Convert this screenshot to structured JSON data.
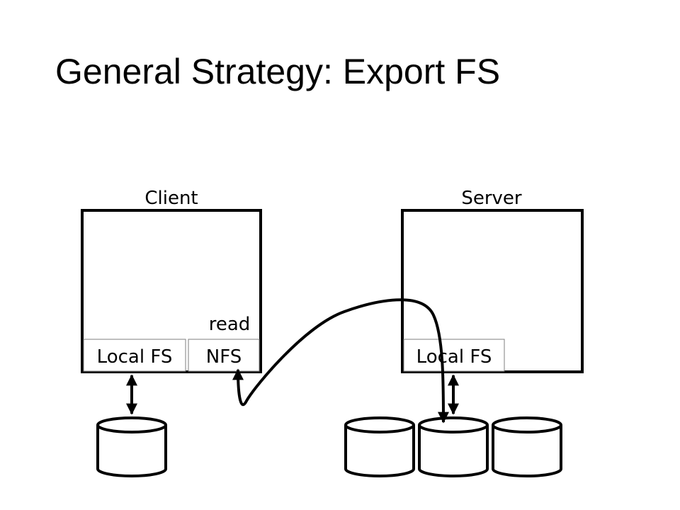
{
  "slide": {
    "title": "General Strategy: Export FS"
  },
  "client": {
    "label": "Client",
    "local_fs_label": "Local FS",
    "nfs_label": "NFS",
    "read_label": "read"
  },
  "server": {
    "label": "Server",
    "local_fs_label": "Local FS"
  },
  "colors": {
    "stroke": "#000000",
    "background": "#ffffff",
    "thin_border": "#808080"
  },
  "icons": [
    "disk-icon",
    "double-arrow-icon",
    "curved-arrow-icon"
  ]
}
